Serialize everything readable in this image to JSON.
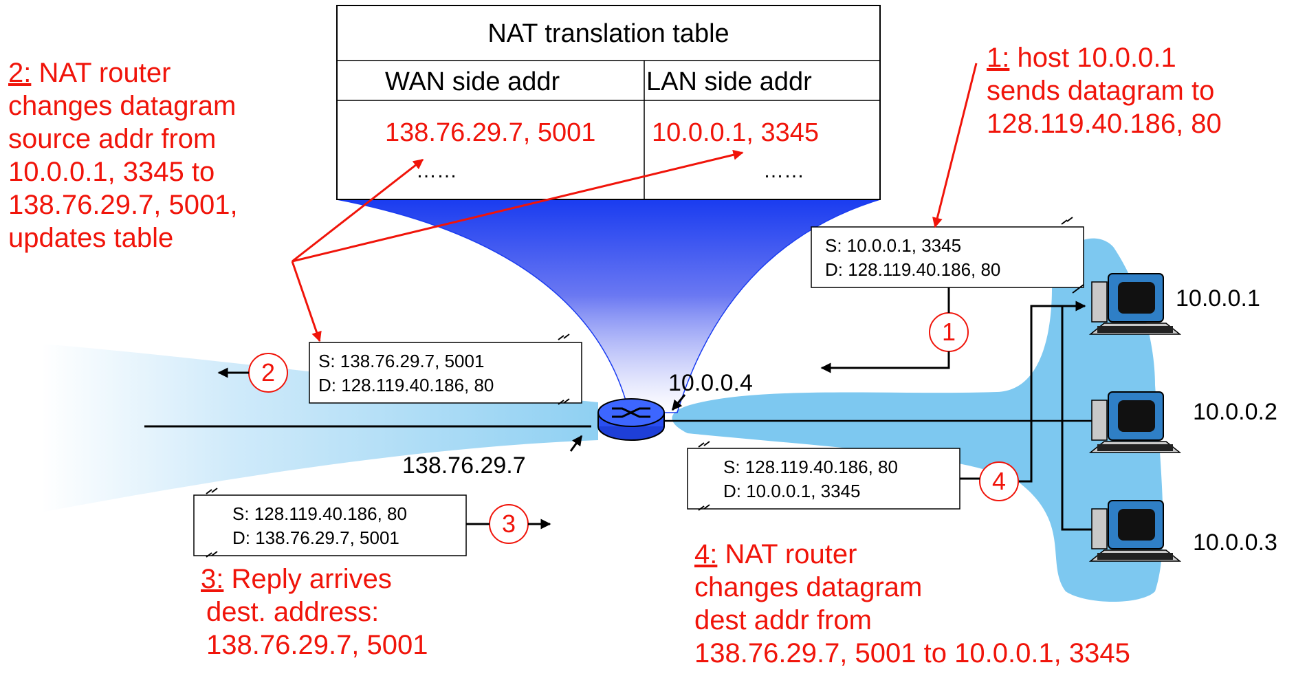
{
  "nat_table": {
    "title": "NAT translation table",
    "col_wan": "WAN side addr",
    "col_lan": "LAN side addr",
    "row_wan": "138.76.29.7, 5001",
    "row_lan": "10.0.0.1, 3345",
    "ellipsis_wan": "……",
    "ellipsis_lan": "……"
  },
  "annotations": {
    "step1": {
      "num": "1:",
      "lines": [
        "host 10.0.0.1",
        "sends datagram to",
        "128.119.40.186, 80"
      ]
    },
    "step2": {
      "num": "2:",
      "lines": [
        "NAT router",
        "changes datagram",
        "source addr from",
        "10.0.0.1, 3345 to",
        "138.76.29.7, 5001,",
        "updates table"
      ]
    },
    "step3": {
      "num": "3:",
      "lines": [
        "Reply arrives",
        "dest. address:",
        "138.76.29.7, 5001"
      ]
    },
    "step4": {
      "num": "4:",
      "lines": [
        "NAT router",
        "changes datagram",
        "dest addr from",
        "138.76.29.7, 5001 to 10.0.0.1, 3345"
      ]
    }
  },
  "packets": {
    "p1": {
      "src": "S: 10.0.0.1, 3345",
      "dst": "D: 128.119.40.186, 80"
    },
    "p2": {
      "src": "S: 138.76.29.7, 5001",
      "dst": "D: 128.119.40.186, 80"
    },
    "p3": {
      "src": "S: 128.119.40.186, 80",
      "dst": "D: 138.76.29.7, 5001"
    },
    "p4": {
      "src": "S: 128.119.40.186, 80",
      "dst": "D: 10.0.0.1, 3345"
    }
  },
  "step_numbers": [
    "1",
    "2",
    "3",
    "4"
  ],
  "addresses": {
    "router_lan": "10.0.0.4",
    "router_wan": "138.76.29.7",
    "host1": "10.0.0.1",
    "host2": "10.0.0.2",
    "host3": "10.0.0.3"
  },
  "colors": {
    "accent": "#f0140a",
    "network": "#7dc8f0",
    "funnel": "#1a3cf0"
  }
}
